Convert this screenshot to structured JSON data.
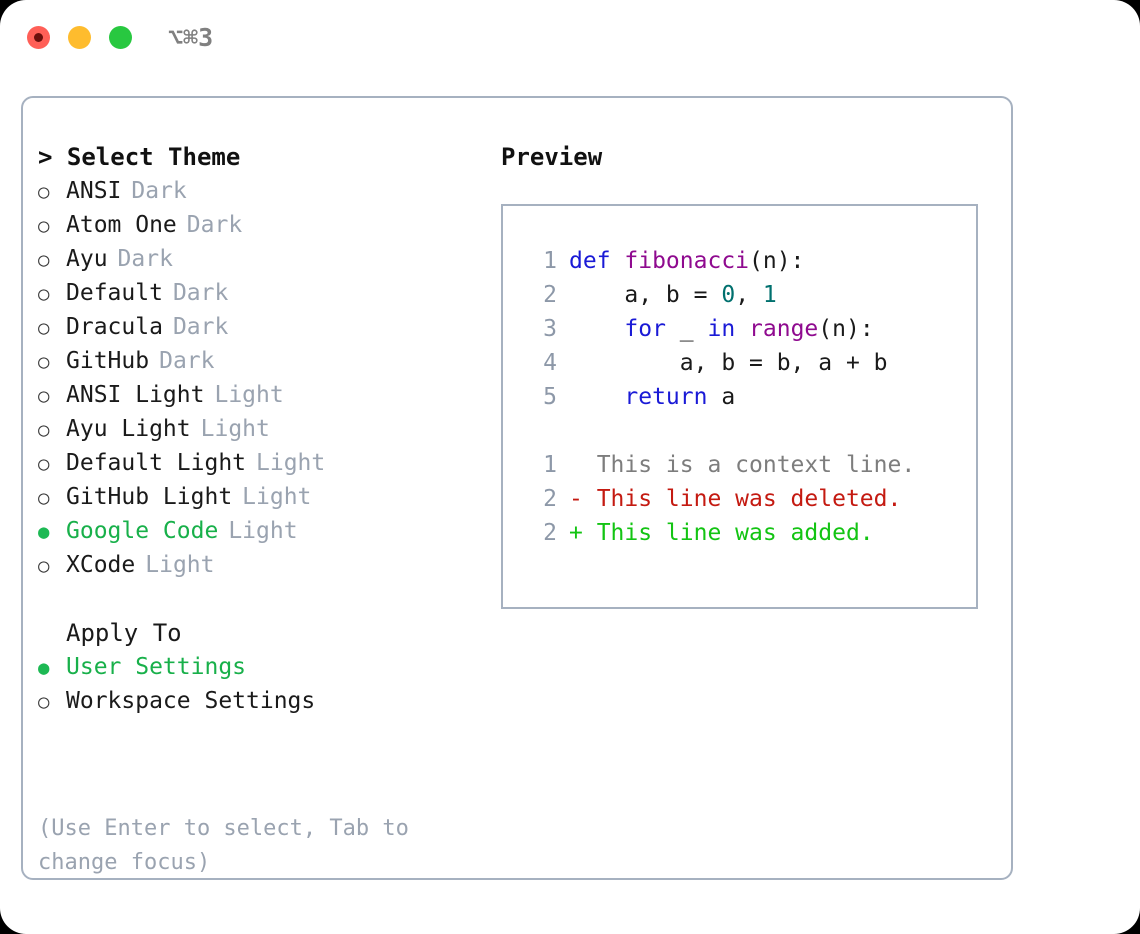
{
  "titlebar": {
    "shortcut": "⌥⌘3",
    "buttons": [
      "close",
      "minimize",
      "zoom"
    ]
  },
  "theme_section": {
    "header": "> Select Theme",
    "options": [
      {
        "bullet": "○",
        "name": "ANSI",
        "tag": "Dark",
        "selected": false
      },
      {
        "bullet": "○",
        "name": "Atom One",
        "tag": "Dark",
        "selected": false
      },
      {
        "bullet": "○",
        "name": "Ayu",
        "tag": "Dark",
        "selected": false
      },
      {
        "bullet": "○",
        "name": "Default",
        "tag": "Dark",
        "selected": false
      },
      {
        "bullet": "○",
        "name": "Dracula",
        "tag": "Dark",
        "selected": false
      },
      {
        "bullet": "○",
        "name": "GitHub",
        "tag": "Dark",
        "selected": false
      },
      {
        "bullet": "○",
        "name": "ANSI Light",
        "tag": "Light",
        "selected": false
      },
      {
        "bullet": "○",
        "name": "Ayu Light",
        "tag": "Light",
        "selected": false
      },
      {
        "bullet": "○",
        "name": "Default Light",
        "tag": "Light",
        "selected": false
      },
      {
        "bullet": "○",
        "name": "GitHub Light",
        "tag": "Light",
        "selected": false
      },
      {
        "bullet": "●",
        "name": "Google Code",
        "tag": "Light",
        "selected": true
      },
      {
        "bullet": "○",
        "name": "XCode",
        "tag": "Light",
        "selected": false
      }
    ]
  },
  "apply_section": {
    "header": "Apply To",
    "options": [
      {
        "bullet": "●",
        "name": "User Settings",
        "tag": "",
        "selected": true
      },
      {
        "bullet": "○",
        "name": "Workspace Settings",
        "tag": "",
        "selected": false
      }
    ]
  },
  "hint": "(Use Enter to select, Tab to change focus)",
  "preview": {
    "title": "Preview",
    "code_lines": [
      {
        "no": "1",
        "tokens": [
          {
            "t": "def ",
            "c": "t-kw"
          },
          {
            "t": "fibonacci",
            "c": "t-fn"
          },
          {
            "t": "(n):",
            "c": "t-plain"
          }
        ]
      },
      {
        "no": "2",
        "tokens": [
          {
            "t": "    a, b = ",
            "c": "t-plain"
          },
          {
            "t": "0",
            "c": "t-num"
          },
          {
            "t": ", ",
            "c": "t-plain"
          },
          {
            "t": "1",
            "c": "t-num"
          }
        ]
      },
      {
        "no": "3",
        "tokens": [
          {
            "t": "    ",
            "c": "t-plain"
          },
          {
            "t": "for",
            "c": "t-kw"
          },
          {
            "t": " _ ",
            "c": "t-plain"
          },
          {
            "t": "in",
            "c": "t-kw"
          },
          {
            "t": " ",
            "c": "t-plain"
          },
          {
            "t": "range",
            "c": "t-fn"
          },
          {
            "t": "(n):",
            "c": "t-plain"
          }
        ]
      },
      {
        "no": "4",
        "tokens": [
          {
            "t": "        a, b = b, a + b",
            "c": "t-plain"
          }
        ]
      },
      {
        "no": "5",
        "tokens": [
          {
            "t": "    ",
            "c": "t-plain"
          },
          {
            "t": "return",
            "c": "t-kw"
          },
          {
            "t": " a",
            "c": "t-plain"
          }
        ]
      }
    ],
    "diff_lines": [
      {
        "no": "1",
        "text": "  This is a context line.",
        "c": "d-ctx"
      },
      {
        "no": "2",
        "text": "- This line was deleted.",
        "c": "d-del"
      },
      {
        "no": "2",
        "text": "+ This line was added.",
        "c": "d-add"
      }
    ]
  },
  "colors": {
    "accent_green": "#18b04a",
    "muted": "#9aa3b0",
    "border": "#a6b1c0",
    "keyword": "#1a1ad6",
    "function": "#8f0a8f",
    "number": "#00706e",
    "diff_add": "#13c413",
    "diff_del": "#c41a11",
    "diff_ctx": "#7d7d7d"
  }
}
